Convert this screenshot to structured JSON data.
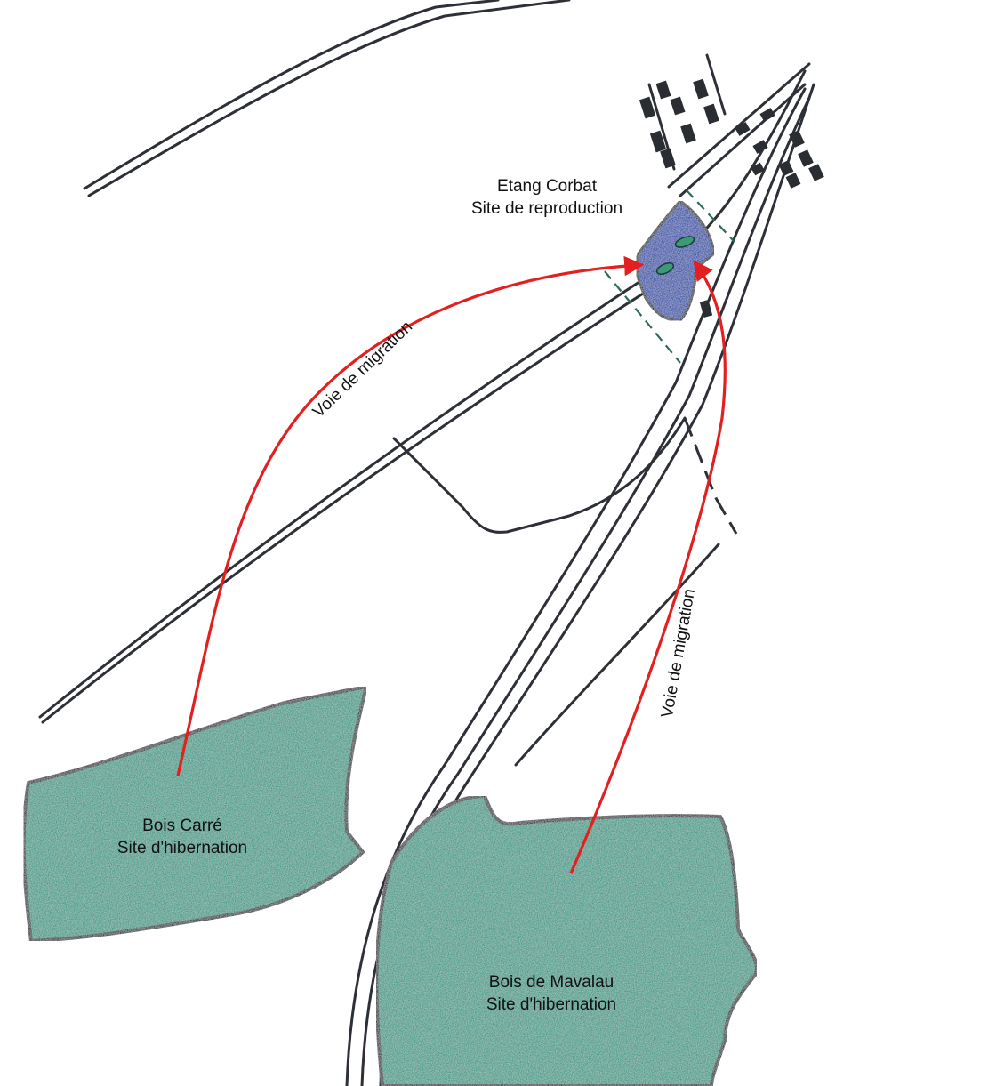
{
  "map": {
    "pond": {
      "name": "Etang Corbat",
      "role": "Site de reproduction"
    },
    "forest_west": {
      "name": "Bois Carré",
      "role": "Site d'hibernation"
    },
    "forest_south": {
      "name": "Bois de Mavalau",
      "role": "Site d'hibernation"
    },
    "routes": [
      {
        "label": "Voie de migration"
      },
      {
        "label": "Voie de migration"
      }
    ],
    "colors": {
      "forest": "#3a9a86",
      "pond": "#2f4fa8",
      "migration_arrow": "#e41f1f",
      "road_outline": "#2d3137"
    }
  }
}
